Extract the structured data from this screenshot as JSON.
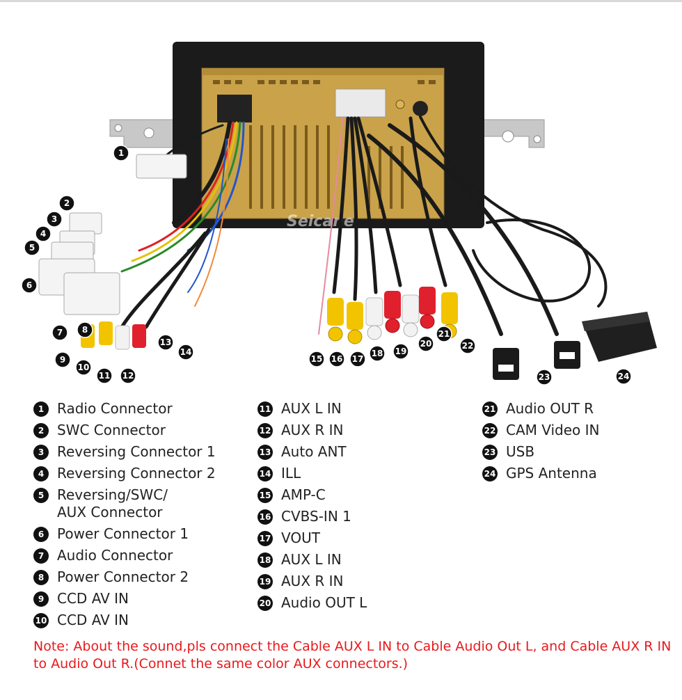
{
  "diagram": {
    "watermark": "Seicane",
    "callouts": [
      {
        "num": "1"
      },
      {
        "num": "2"
      },
      {
        "num": "3"
      },
      {
        "num": "4"
      },
      {
        "num": "5"
      },
      {
        "num": "6"
      },
      {
        "num": "7"
      },
      {
        "num": "8"
      },
      {
        "num": "9"
      },
      {
        "num": "10"
      },
      {
        "num": "11"
      },
      {
        "num": "12"
      },
      {
        "num": "13"
      },
      {
        "num": "14"
      },
      {
        "num": "15"
      },
      {
        "num": "16"
      },
      {
        "num": "17"
      },
      {
        "num": "18"
      },
      {
        "num": "19"
      },
      {
        "num": "20"
      },
      {
        "num": "21"
      },
      {
        "num": "22"
      },
      {
        "num": "23"
      },
      {
        "num": "24"
      }
    ],
    "colors": {
      "rca_yellow": "#f2c400",
      "rca_red": "#e0202c",
      "rca_white": "#f2f2f2",
      "cable_black": "#1a1a1a",
      "chassis_gold": "#c9a24a",
      "bracket_gray": "#c8c8c8"
    }
  },
  "legend": {
    "columns": [
      [
        {
          "num": "1",
          "label": "Radio Connector"
        },
        {
          "num": "2",
          "label": "SWC Connector"
        },
        {
          "num": "3",
          "label": "Reversing Connector 1"
        },
        {
          "num": "4",
          "label": "Reversing Connector 2"
        },
        {
          "num": "5",
          "label": "Reversing/SWC/\nAUX Connector"
        },
        {
          "num": "6",
          "label": "Power Connector 1"
        },
        {
          "num": "7",
          "label": "Audio Connector"
        },
        {
          "num": "8",
          "label": "Power Connector 2"
        },
        {
          "num": "9",
          "label": "CCD AV IN"
        },
        {
          "num": "10",
          "label": "CCD AV IN"
        }
      ],
      [
        {
          "num": "11",
          "label": "AUX L IN"
        },
        {
          "num": "12",
          "label": "AUX R IN"
        },
        {
          "num": "13",
          "label": "Auto ANT"
        },
        {
          "num": "14",
          "label": "ILL"
        },
        {
          "num": "15",
          "label": "AMP-C"
        },
        {
          "num": "16",
          "label": "CVBS-IN 1"
        },
        {
          "num": "17",
          "label": "VOUT"
        },
        {
          "num": "18",
          "label": "AUX L IN"
        },
        {
          "num": "19",
          "label": "AUX R IN"
        },
        {
          "num": "20",
          "label": "Audio OUT L"
        }
      ],
      [
        {
          "num": "21",
          "label": "Audio OUT R"
        },
        {
          "num": "22",
          "label": "CAM Video IN"
        },
        {
          "num": "23",
          "label": "USB"
        },
        {
          "num": "24",
          "label": "GPS Antenna"
        }
      ]
    ]
  },
  "note": "Note: About the sound,pls connect the Cable AUX L IN to Cable Audio Out L, and Cable AUX R IN to  Audio Out R.(Connet the same color AUX connectors.)"
}
